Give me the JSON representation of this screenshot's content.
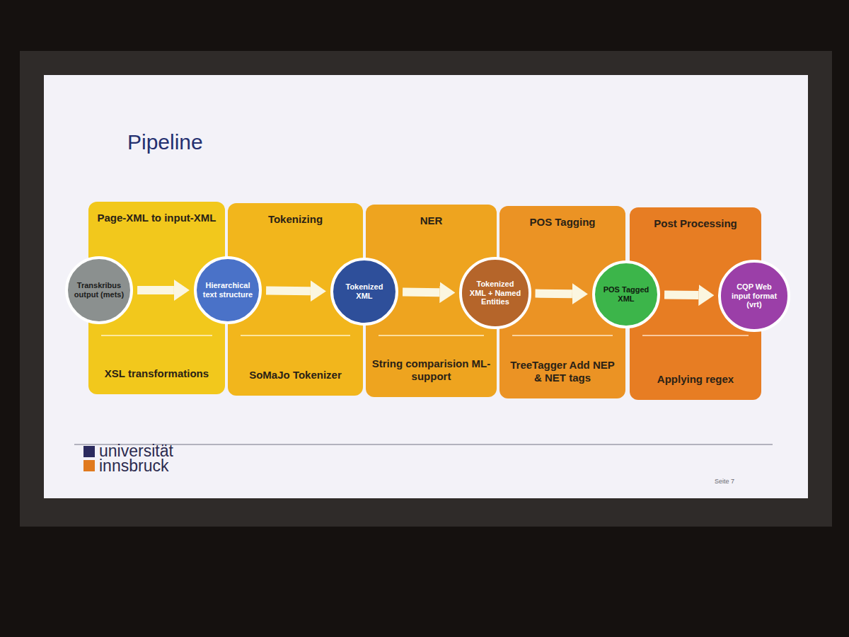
{
  "diagram": {
    "title": "Pipeline",
    "nodes": [
      {
        "text": [
          "Page-XML to input-XML",
          "XSL transformations"
        ]
      },
      {
        "text": [
          "Tokenizing",
          "SoMaJo Tokenizer"
        ]
      },
      {
        "text": [
          "NER",
          "String comparision ML-support"
        ]
      },
      {
        "text": [
          "POS Tagging",
          "TreeTagger Add NEP & NET tags"
        ]
      },
      {
        "text": [
          "Post Processing",
          "Applying regex"
        ]
      },
      {
        "text": [
          "Transkribus output (mets)"
        ]
      },
      {
        "text": [
          "Hierarchical text structure"
        ]
      },
      {
        "text": [
          "Tokenized XML"
        ]
      },
      {
        "text": [
          "Tokenized XML + Named Entities"
        ]
      },
      {
        "text": [
          "POS Tagged XML"
        ]
      },
      {
        "text": [
          "CQP Web input format (vrt)"
        ]
      }
    ],
    "edges": [
      {
        "from": 5,
        "to": 6,
        "arrow": "to"
      },
      {
        "from": 6,
        "to": 7,
        "arrow": "to"
      },
      {
        "from": 7,
        "to": 8,
        "arrow": "to"
      },
      {
        "from": 8,
        "to": 9,
        "arrow": "to"
      },
      {
        "from": 9,
        "to": 10,
        "arrow": "to"
      }
    ],
    "labels": [
      "universität innsbruck",
      "Seite 7"
    ]
  }
}
